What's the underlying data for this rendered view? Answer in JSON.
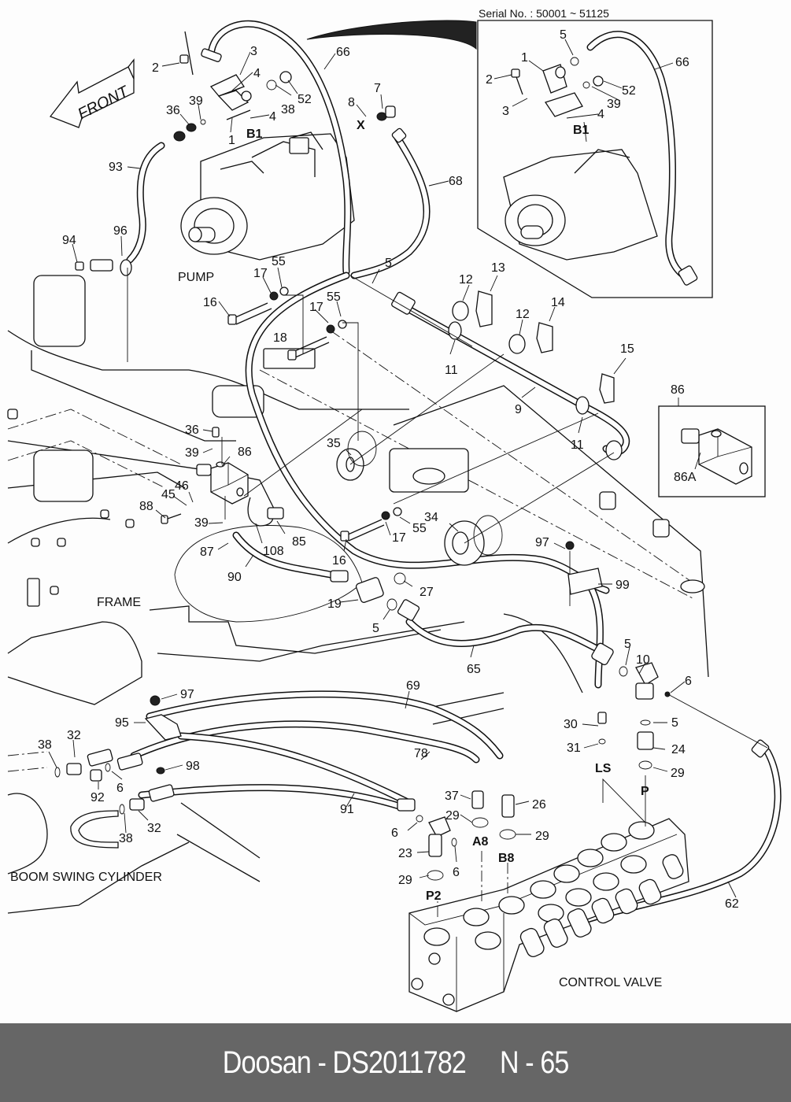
{
  "diagram": {
    "serial_note": "Serial No. : 50001 ~ 51125",
    "direction_arrow": "FRONT",
    "captions": {
      "pump": "PUMP",
      "frame": "FRAME",
      "boom_swing_cylinder": "BOOM SWING CYLINDER",
      "control_valve": "CONTROL VALVE"
    },
    "port_labels": {
      "b1_main": "B1",
      "b1_inset": "B1",
      "x": "X",
      "ls": "LS",
      "p": "P",
      "a8": "A8",
      "b8": "B8",
      "p2": "P2"
    },
    "callouts_main": {
      "c2": "2",
      "c3": "3",
      "c4a": "4",
      "c4b": "4",
      "c1": "1",
      "c36a": "36",
      "c39a": "39",
      "c38a": "38",
      "c52a": "52",
      "c66a": "66",
      "c8": "8",
      "c7": "7",
      "c68": "68",
      "c93": "93",
      "c94": "94",
      "c96": "96",
      "c55a": "55",
      "c17a": "17",
      "c16a": "16",
      "c5a": "5",
      "c17b": "17",
      "c55b": "55",
      "c18": "18",
      "c12a": "12",
      "c13": "13",
      "c12b": "12",
      "c14": "14",
      "c11a": "11",
      "c15": "15",
      "c9": "9",
      "c11b": "11",
      "c36b": "36",
      "c39b": "39",
      "c86a": "86",
      "c35": "35",
      "c46": "46",
      "c45": "45",
      "c88": "88",
      "c39c": "39",
      "c85": "85",
      "c108": "108",
      "c87": "87",
      "c34": "34",
      "c17c": "17",
      "c55c": "55",
      "c16b": "16",
      "c90": "90",
      "c27": "27",
      "c97a": "97",
      "c99": "99",
      "c19": "19",
      "c5b": "5",
      "c65": "65",
      "c5c": "5",
      "c10": "10",
      "c6a": "6",
      "c97b": "97",
      "c69": "69",
      "c95": "95",
      "c30": "30",
      "c5d": "5",
      "c31": "31",
      "c24": "24",
      "c38b": "38",
      "c32a": "32",
      "c98": "98",
      "c78": "78",
      "c29a": "29",
      "c6b": "6",
      "c92": "92",
      "c37": "37",
      "c26": "26",
      "c91": "91",
      "c32b": "32",
      "c38c": "38",
      "c29b": "29",
      "c6c": "6",
      "c29c": "29",
      "c23": "23",
      "c6d": "6",
      "c29d": "29",
      "c62": "62"
    },
    "callouts_inset": {
      "i5": "5",
      "i1": "1",
      "i2": "2",
      "i66": "66",
      "i52": "52",
      "i3": "3",
      "i39": "39",
      "i4": "4"
    },
    "callouts_detail": {
      "d86": "86",
      "d86a": "86A"
    }
  },
  "footer": {
    "text": "Doosan - DS2011782     N - 65",
    "background": "#666666",
    "text_color": "#ffffff"
  }
}
